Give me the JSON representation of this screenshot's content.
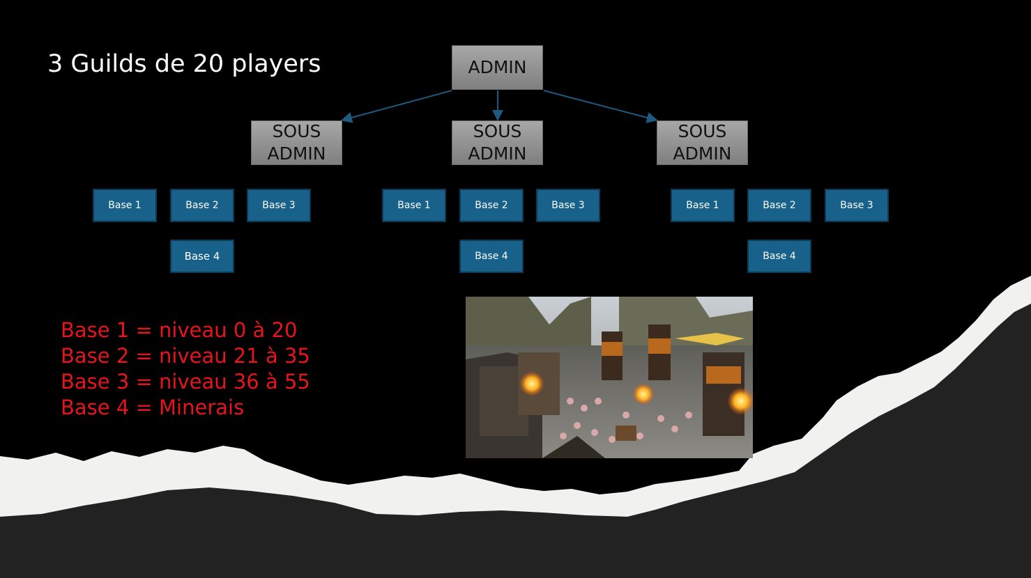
{
  "title": "3 Guilds de 20 players",
  "admin": {
    "label": "ADMIN"
  },
  "sous_admins": [
    {
      "line1": "SOUS",
      "line2": "ADMIN"
    },
    {
      "line1": "SOUS",
      "line2": "ADMIN"
    },
    {
      "line1": "SOUS",
      "line2": "ADMIN"
    }
  ],
  "guilds": [
    {
      "bases": [
        "Base 1",
        "Base 2",
        "Base 3",
        "Base 4"
      ]
    },
    {
      "bases": [
        "Base 1",
        "Base 2",
        "Base 3",
        "Base 4"
      ]
    },
    {
      "bases": [
        "Base 1",
        "Base 2",
        "Base 3",
        "Base 4"
      ]
    }
  ],
  "legend": [
    "Base 1 = niveau 0 à 20",
    "Base 2 = niveau 21 à 35",
    "Base 3 = niveau 36 à 55",
    "Base 4 = Minerais"
  ],
  "colors": {
    "background": "#000000",
    "base_box": "#17618a",
    "legend_text": "#e8141b",
    "arrow": "#1f5a80",
    "torn_paper": "#f1f1ef",
    "dark_band": "#222222"
  }
}
